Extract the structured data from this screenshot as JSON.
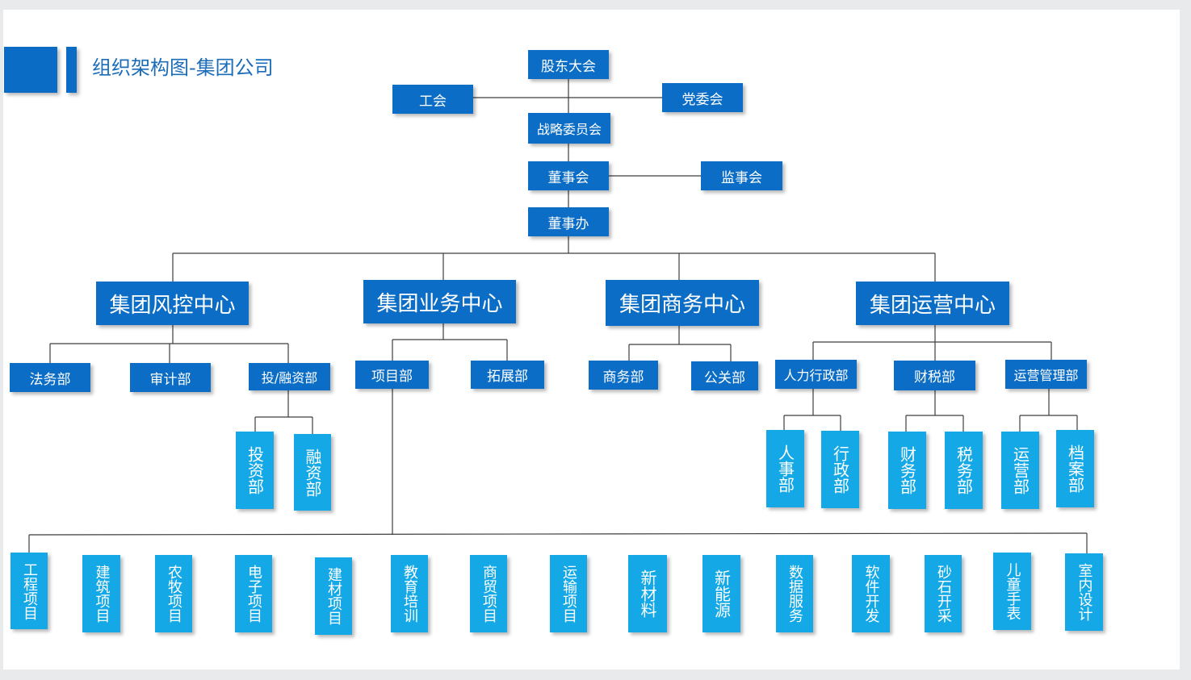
{
  "title": "组织架构图-集团公司",
  "colors": {
    "primary": "#0b6dc5",
    "light": "#14a9e6",
    "title": "#1b6cb9",
    "line": "#3d3d3d"
  },
  "top": {
    "shareholders": "股东大会",
    "union": "工会",
    "party_committee": "党委会",
    "strategy_committee": "战略委员会",
    "board": "董事会",
    "supervisors": "监事会",
    "board_office": "董事办"
  },
  "centers": {
    "risk": {
      "name": "集团风控中心",
      "depts": [
        "法务部",
        "审计部",
        "投/融资部"
      ],
      "sub": [
        "投资部",
        "融资部"
      ]
    },
    "business": {
      "name": "集团业务中心",
      "depts": [
        "项目部",
        "拓展部"
      ]
    },
    "commerce": {
      "name": "集团商务中心",
      "depts": [
        "商务部",
        "公关部"
      ]
    },
    "operations": {
      "name": "集团运营中心",
      "depts": [
        "人力行政部",
        "财税部",
        "运营管理部"
      ],
      "hr_sub": [
        "人事部",
        "行政部"
      ],
      "finance_sub": [
        "财务部",
        "税务部"
      ],
      "opsmgmt_sub": [
        "运营部",
        "档案部"
      ]
    }
  },
  "projects": [
    "工程项目",
    "建筑项目",
    "农牧项目",
    "电子项目",
    "建材项目",
    "教育培训",
    "商贸项目",
    "运输项目",
    "新材料",
    "新能源",
    "数据服务",
    "软件开发",
    "砂石开采",
    "儿童手表",
    "室内设计"
  ]
}
